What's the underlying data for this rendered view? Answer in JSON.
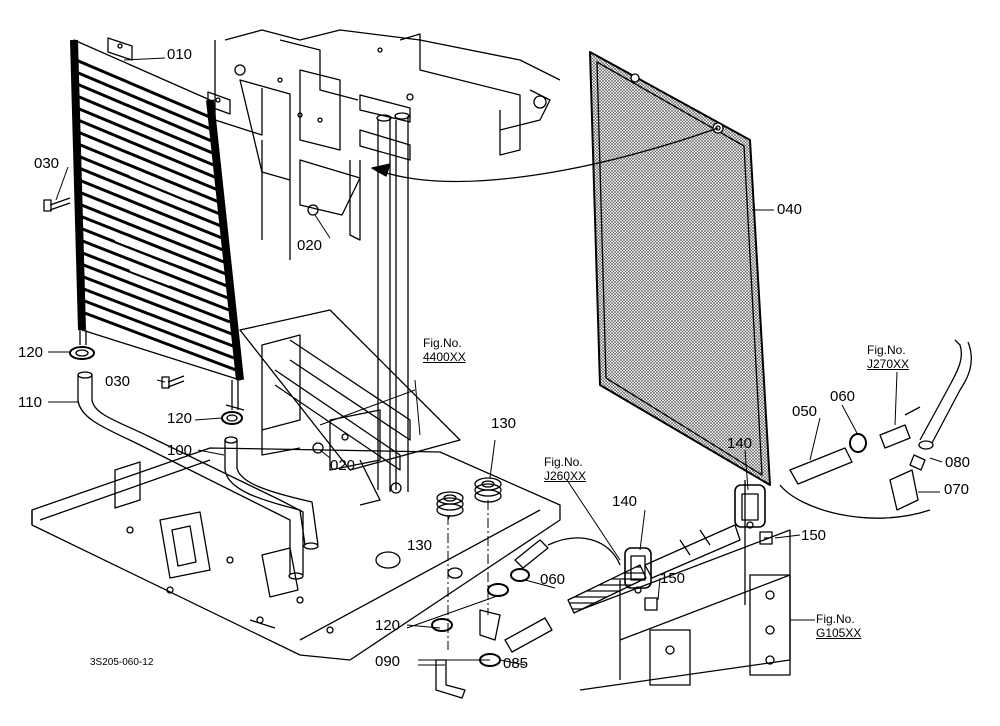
{
  "drawing_code": "3S205-060-12",
  "parts": {
    "p010": "010",
    "p020a": "020",
    "p020b": "020",
    "p030a": "030",
    "p030b": "030",
    "p040": "040",
    "p050": "050",
    "p060a": "060",
    "p060b": "060",
    "p070": "070",
    "p080": "080",
    "p085": "085",
    "p090": "090",
    "p100": "100",
    "p110": "110",
    "p120a": "120",
    "p120b": "120",
    "p120c": "120",
    "p130a": "130",
    "p130b": "130",
    "p140a": "140",
    "p140b": "140",
    "p150a": "150",
    "p150b": "150"
  },
  "figure_refs": {
    "f4400": {
      "label": "Fig.No.",
      "number": "4400XX"
    },
    "fJ260": {
      "label": "Fig.No.",
      "number": "J260XX"
    },
    "fJ270": {
      "label": "Fig.No.",
      "number": "J270XX"
    },
    "fG105": {
      "label": "Fig.No.",
      "number": "G105XX"
    }
  }
}
